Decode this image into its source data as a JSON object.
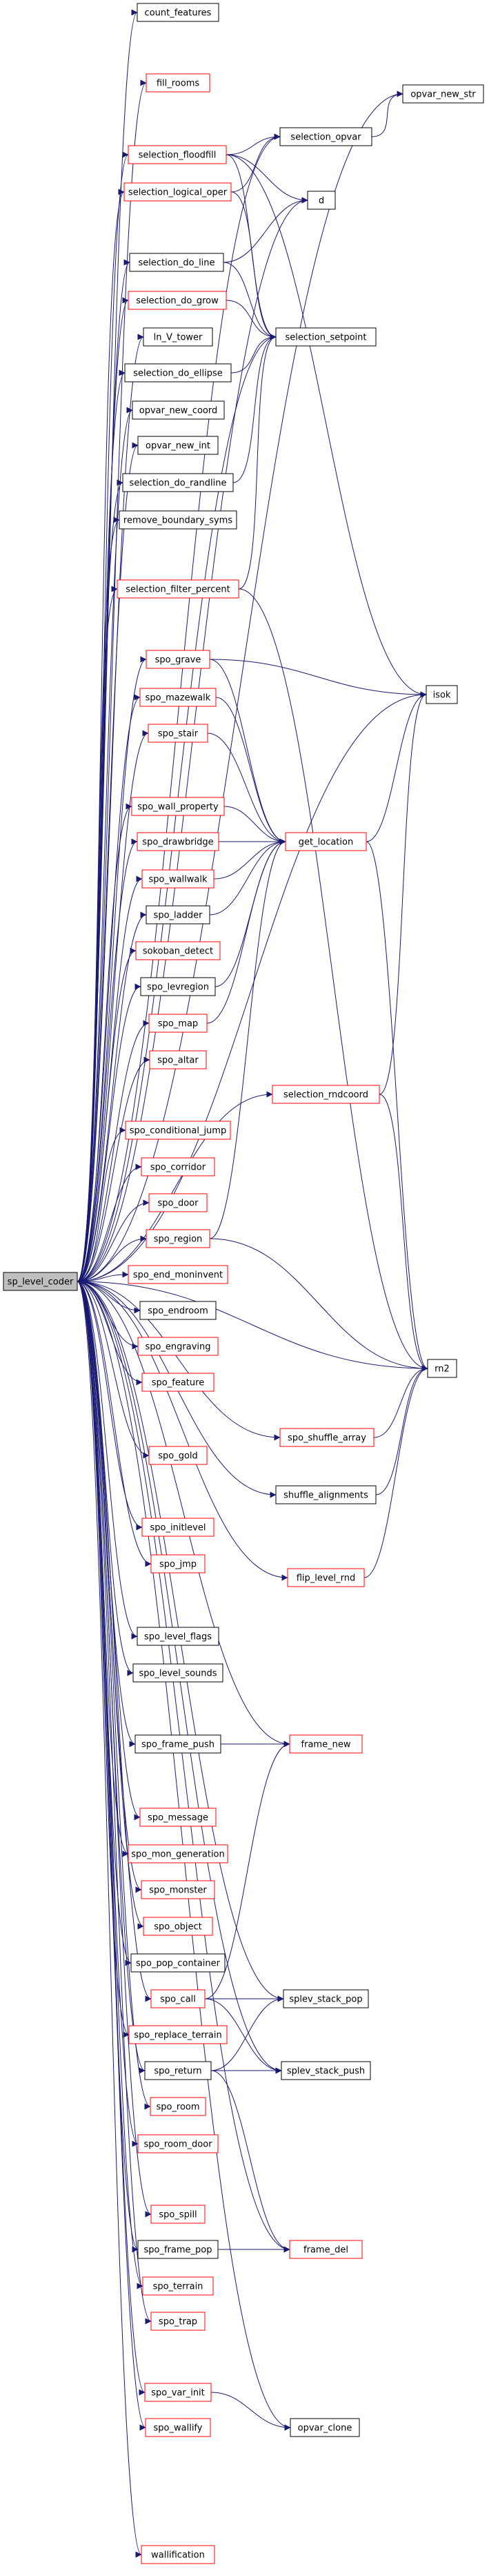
{
  "colors": {
    "edge": "#191970",
    "node_border_black": "#000000",
    "node_border_red": "#ff0000",
    "root_fill": "#bfbfbf",
    "node_fill": "#ffffff"
  },
  "root": "sp_level_coder",
  "nodes": [
    {
      "id": "sp_level_coder",
      "label": "sp_level_coder",
      "border": "black",
      "fill": "gray"
    },
    {
      "id": "count_features",
      "label": "count_features",
      "border": "black"
    },
    {
      "id": "fill_rooms",
      "label": "fill_rooms",
      "border": "red"
    },
    {
      "id": "opvar_new_str",
      "label": "opvar_new_str",
      "border": "black"
    },
    {
      "id": "selection_floodfill",
      "label": "selection_floodfill",
      "border": "red"
    },
    {
      "id": "selection_opvar",
      "label": "selection_opvar",
      "border": "black"
    },
    {
      "id": "selection_logical_oper",
      "label": "selection_logical_oper",
      "border": "red"
    },
    {
      "id": "d",
      "label": "d",
      "border": "black"
    },
    {
      "id": "selection_do_line",
      "label": "selection_do_line",
      "border": "black"
    },
    {
      "id": "selection_do_grow",
      "label": "selection_do_grow",
      "border": "red"
    },
    {
      "id": "selection_setpoint",
      "label": "selection_setpoint",
      "border": "black"
    },
    {
      "id": "ln_V_tower",
      "label": "ln_V_tower",
      "border": "black"
    },
    {
      "id": "selection_do_ellipse",
      "label": "selection_do_ellipse",
      "border": "black"
    },
    {
      "id": "opvar_new_coord",
      "label": "opvar_new_coord",
      "border": "black"
    },
    {
      "id": "opvar_new_int",
      "label": "opvar_new_int",
      "border": "black"
    },
    {
      "id": "selection_do_randline",
      "label": "selection_do_randline",
      "border": "black"
    },
    {
      "id": "remove_boundary_syms",
      "label": "remove_boundary_syms",
      "border": "black"
    },
    {
      "id": "selection_filter_percent",
      "label": "selection_filter_percent",
      "border": "red"
    },
    {
      "id": "spo_grave",
      "label": "spo_grave",
      "border": "red"
    },
    {
      "id": "isok",
      "label": "isok",
      "border": "black"
    },
    {
      "id": "spo_mazewalk",
      "label": "spo_mazewalk",
      "border": "red"
    },
    {
      "id": "spo_stair",
      "label": "spo_stair",
      "border": "red"
    },
    {
      "id": "spo_wall_property",
      "label": "spo_wall_property",
      "border": "red"
    },
    {
      "id": "spo_drawbridge",
      "label": "spo_drawbridge",
      "border": "red"
    },
    {
      "id": "get_location",
      "label": "get_location",
      "border": "red"
    },
    {
      "id": "spo_wallwalk",
      "label": "spo_wallwalk",
      "border": "red"
    },
    {
      "id": "spo_ladder",
      "label": "spo_ladder",
      "border": "black"
    },
    {
      "id": "sokoban_detect",
      "label": "sokoban_detect",
      "border": "red"
    },
    {
      "id": "spo_levregion",
      "label": "spo_levregion",
      "border": "black"
    },
    {
      "id": "spo_map",
      "label": "spo_map",
      "border": "red"
    },
    {
      "id": "spo_altar",
      "label": "spo_altar",
      "border": "red"
    },
    {
      "id": "selection_rndcoord",
      "label": "selection_rndcoord",
      "border": "red"
    },
    {
      "id": "spo_conditional_jump",
      "label": "spo_conditional_jump",
      "border": "red"
    },
    {
      "id": "spo_corridor",
      "label": "spo_corridor",
      "border": "red"
    },
    {
      "id": "spo_door",
      "label": "spo_door",
      "border": "red"
    },
    {
      "id": "spo_region",
      "label": "spo_region",
      "border": "red"
    },
    {
      "id": "spo_end_moninvent",
      "label": "spo_end_moninvent",
      "border": "red"
    },
    {
      "id": "spo_endroom",
      "label": "spo_endroom",
      "border": "black"
    },
    {
      "id": "rn2",
      "label": "rn2",
      "border": "black"
    },
    {
      "id": "spo_engraving",
      "label": "spo_engraving",
      "border": "red"
    },
    {
      "id": "spo_feature",
      "label": "spo_feature",
      "border": "red"
    },
    {
      "id": "spo_shuffle_array",
      "label": "spo_shuffle_array",
      "border": "red"
    },
    {
      "id": "spo_gold",
      "label": "spo_gold",
      "border": "red"
    },
    {
      "id": "shuffle_alignments",
      "label": "shuffle_alignments",
      "border": "black"
    },
    {
      "id": "spo_initlevel",
      "label": "spo_initlevel",
      "border": "red"
    },
    {
      "id": "spo_jmp",
      "label": "spo_jmp",
      "border": "red"
    },
    {
      "id": "flip_level_rnd",
      "label": "flip_level_rnd",
      "border": "red"
    },
    {
      "id": "spo_level_flags",
      "label": "spo_level_flags",
      "border": "black"
    },
    {
      "id": "spo_level_sounds",
      "label": "spo_level_sounds",
      "border": "black"
    },
    {
      "id": "spo_frame_push",
      "label": "spo_frame_push",
      "border": "black"
    },
    {
      "id": "frame_new",
      "label": "frame_new",
      "border": "red"
    },
    {
      "id": "spo_message",
      "label": "spo_message",
      "border": "red"
    },
    {
      "id": "spo_mon_generation",
      "label": "spo_mon_generation",
      "border": "red"
    },
    {
      "id": "spo_monster",
      "label": "spo_monster",
      "border": "red"
    },
    {
      "id": "spo_object",
      "label": "spo_object",
      "border": "red"
    },
    {
      "id": "spo_pop_container",
      "label": "spo_pop_container",
      "border": "black"
    },
    {
      "id": "spo_call",
      "label": "spo_call",
      "border": "red"
    },
    {
      "id": "splev_stack_pop",
      "label": "splev_stack_pop",
      "border": "black"
    },
    {
      "id": "spo_replace_terrain",
      "label": "spo_replace_terrain",
      "border": "red"
    },
    {
      "id": "spo_return",
      "label": "spo_return",
      "border": "black"
    },
    {
      "id": "splev_stack_push",
      "label": "splev_stack_push",
      "border": "black"
    },
    {
      "id": "spo_room",
      "label": "spo_room",
      "border": "red"
    },
    {
      "id": "spo_room_door",
      "label": "spo_room_door",
      "border": "red"
    },
    {
      "id": "spo_spill",
      "label": "spo_spill",
      "border": "red"
    },
    {
      "id": "spo_frame_pop",
      "label": "spo_frame_pop",
      "border": "black"
    },
    {
      "id": "frame_del",
      "label": "frame_del",
      "border": "red"
    },
    {
      "id": "spo_terrain",
      "label": "spo_terrain",
      "border": "red"
    },
    {
      "id": "spo_trap",
      "label": "spo_trap",
      "border": "red"
    },
    {
      "id": "spo_var_init",
      "label": "spo_var_init",
      "border": "red"
    },
    {
      "id": "opvar_clone",
      "label": "opvar_clone",
      "border": "black"
    },
    {
      "id": "spo_wallify",
      "label": "spo_wallify",
      "border": "red"
    },
    {
      "id": "wallification",
      "label": "wallification",
      "border": "red"
    }
  ],
  "edges": [
    [
      "sp_level_coder",
      "count_features"
    ],
    [
      "sp_level_coder",
      "fill_rooms"
    ],
    [
      "sp_level_coder",
      "opvar_new_str"
    ],
    [
      "sp_level_coder",
      "selection_floodfill"
    ],
    [
      "sp_level_coder",
      "selection_opvar"
    ],
    [
      "sp_level_coder",
      "selection_logical_oper"
    ],
    [
      "sp_level_coder",
      "d"
    ],
    [
      "sp_level_coder",
      "selection_do_line"
    ],
    [
      "sp_level_coder",
      "selection_do_grow"
    ],
    [
      "sp_level_coder",
      "selection_setpoint"
    ],
    [
      "sp_level_coder",
      "ln_V_tower"
    ],
    [
      "sp_level_coder",
      "selection_do_ellipse"
    ],
    [
      "sp_level_coder",
      "opvar_new_coord"
    ],
    [
      "sp_level_coder",
      "opvar_new_int"
    ],
    [
      "sp_level_coder",
      "selection_do_randline"
    ],
    [
      "sp_level_coder",
      "remove_boundary_syms"
    ],
    [
      "sp_level_coder",
      "selection_filter_percent"
    ],
    [
      "sp_level_coder",
      "spo_grave"
    ],
    [
      "sp_level_coder",
      "isok"
    ],
    [
      "sp_level_coder",
      "spo_mazewalk"
    ],
    [
      "sp_level_coder",
      "spo_stair"
    ],
    [
      "sp_level_coder",
      "spo_wall_property"
    ],
    [
      "sp_level_coder",
      "spo_drawbridge"
    ],
    [
      "sp_level_coder",
      "spo_wallwalk"
    ],
    [
      "sp_level_coder",
      "spo_ladder"
    ],
    [
      "sp_level_coder",
      "sokoban_detect"
    ],
    [
      "sp_level_coder",
      "spo_levregion"
    ],
    [
      "sp_level_coder",
      "spo_map"
    ],
    [
      "sp_level_coder",
      "spo_altar"
    ],
    [
      "sp_level_coder",
      "selection_rndcoord"
    ],
    [
      "sp_level_coder",
      "spo_conditional_jump"
    ],
    [
      "sp_level_coder",
      "spo_corridor"
    ],
    [
      "sp_level_coder",
      "spo_door"
    ],
    [
      "sp_level_coder",
      "spo_region"
    ],
    [
      "sp_level_coder",
      "spo_end_moninvent"
    ],
    [
      "sp_level_coder",
      "spo_endroom"
    ],
    [
      "sp_level_coder",
      "rn2"
    ],
    [
      "sp_level_coder",
      "spo_engraving"
    ],
    [
      "sp_level_coder",
      "spo_feature"
    ],
    [
      "sp_level_coder",
      "spo_shuffle_array"
    ],
    [
      "sp_level_coder",
      "spo_gold"
    ],
    [
      "sp_level_coder",
      "shuffle_alignments"
    ],
    [
      "sp_level_coder",
      "spo_initlevel"
    ],
    [
      "sp_level_coder",
      "spo_jmp"
    ],
    [
      "sp_level_coder",
      "flip_level_rnd"
    ],
    [
      "sp_level_coder",
      "spo_level_flags"
    ],
    [
      "sp_level_coder",
      "spo_level_sounds"
    ],
    [
      "sp_level_coder",
      "spo_frame_push"
    ],
    [
      "sp_level_coder",
      "frame_new"
    ],
    [
      "sp_level_coder",
      "spo_message"
    ],
    [
      "sp_level_coder",
      "spo_mon_generation"
    ],
    [
      "sp_level_coder",
      "spo_monster"
    ],
    [
      "sp_level_coder",
      "spo_object"
    ],
    [
      "sp_level_coder",
      "spo_pop_container"
    ],
    [
      "sp_level_coder",
      "spo_call"
    ],
    [
      "sp_level_coder",
      "splev_stack_pop"
    ],
    [
      "sp_level_coder",
      "spo_replace_terrain"
    ],
    [
      "sp_level_coder",
      "spo_return"
    ],
    [
      "sp_level_coder",
      "spo_room"
    ],
    [
      "sp_level_coder",
      "spo_room_door"
    ],
    [
      "sp_level_coder",
      "splev_stack_push"
    ],
    [
      "sp_level_coder",
      "spo_spill"
    ],
    [
      "sp_level_coder",
      "spo_frame_pop"
    ],
    [
      "sp_level_coder",
      "frame_del"
    ],
    [
      "sp_level_coder",
      "spo_terrain"
    ],
    [
      "sp_level_coder",
      "spo_trap"
    ],
    [
      "sp_level_coder",
      "spo_var_init"
    ],
    [
      "sp_level_coder",
      "opvar_clone"
    ],
    [
      "sp_level_coder",
      "spo_wallify"
    ],
    [
      "sp_level_coder",
      "wallification"
    ],
    [
      "selection_floodfill",
      "selection_opvar"
    ],
    [
      "selection_floodfill",
      "d"
    ],
    [
      "selection_floodfill",
      "selection_setpoint"
    ],
    [
      "selection_floodfill",
      "isok"
    ],
    [
      "selection_opvar",
      "opvar_new_str"
    ],
    [
      "selection_logical_oper",
      "selection_opvar"
    ],
    [
      "selection_logical_oper",
      "selection_setpoint"
    ],
    [
      "selection_do_line",
      "d"
    ],
    [
      "selection_do_line",
      "selection_setpoint"
    ],
    [
      "selection_do_grow",
      "selection_setpoint"
    ],
    [
      "selection_do_ellipse",
      "selection_setpoint"
    ],
    [
      "selection_do_randline",
      "selection_setpoint"
    ],
    [
      "selection_filter_percent",
      "selection_setpoint"
    ],
    [
      "selection_filter_percent",
      "rn2"
    ],
    [
      "spo_grave",
      "isok"
    ],
    [
      "spo_grave",
      "get_location"
    ],
    [
      "spo_mazewalk",
      "get_location"
    ],
    [
      "spo_stair",
      "get_location"
    ],
    [
      "spo_wall_property",
      "get_location"
    ],
    [
      "spo_drawbridge",
      "get_location"
    ],
    [
      "spo_wallwalk",
      "get_location"
    ],
    [
      "spo_ladder",
      "get_location"
    ],
    [
      "spo_levregion",
      "get_location"
    ],
    [
      "spo_map",
      "get_location"
    ],
    [
      "spo_region",
      "get_location"
    ],
    [
      "spo_region",
      "rn2"
    ],
    [
      "get_location",
      "isok"
    ],
    [
      "get_location",
      "rn2"
    ],
    [
      "selection_rndcoord",
      "isok"
    ],
    [
      "selection_rndcoord",
      "rn2"
    ],
    [
      "spo_shuffle_array",
      "rn2"
    ],
    [
      "shuffle_alignments",
      "rn2"
    ],
    [
      "flip_level_rnd",
      "rn2"
    ],
    [
      "spo_frame_push",
      "frame_new"
    ],
    [
      "spo_call",
      "frame_new"
    ],
    [
      "spo_call",
      "splev_stack_pop"
    ],
    [
      "spo_call",
      "splev_stack_push"
    ],
    [
      "spo_return",
      "splev_stack_pop"
    ],
    [
      "spo_return",
      "splev_stack_push"
    ],
    [
      "spo_return",
      "frame_del"
    ],
    [
      "spo_frame_pop",
      "frame_del"
    ],
    [
      "spo_var_init",
      "opvar_clone"
    ]
  ]
}
